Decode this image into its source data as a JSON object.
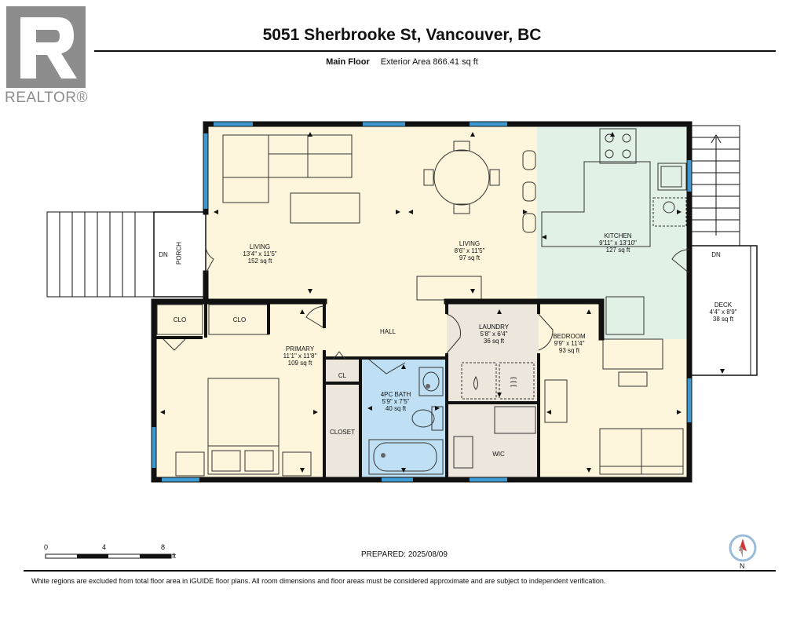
{
  "header": {
    "title": "5051 Sherbrooke St, Vancouver, BC",
    "floor_name": "Main Floor",
    "area_text": "Exterior Area 866.41 sq ft"
  },
  "logo": {
    "text": "REALTOR®"
  },
  "rooms": {
    "living_left": {
      "name": "LIVING",
      "dims": "13'4\" x 11'5\"",
      "area": "152 sq ft"
    },
    "living_mid": {
      "name": "LIVING",
      "dims": "8'6\" x 11'5\"",
      "area": "97 sq ft"
    },
    "kitchen": {
      "name": "KITCHEN",
      "dims": "9'11\" x 13'10\"",
      "area": "127 sq ft"
    },
    "porch": {
      "name": "PORCH",
      "dn": "DN"
    },
    "deck": {
      "name": "DECK",
      "dims": "4'4\" x 8'9\"",
      "area": "38 sq ft",
      "dn": "DN"
    },
    "primary": {
      "name": "PRIMARY",
      "dims": "11'1\" x 11'8\"",
      "area": "109 sq ft"
    },
    "hall": {
      "name": "HALL"
    },
    "laundry": {
      "name": "LAUNDRY",
      "dims": "5'8\" x 6'4\"",
      "area": "36 sq ft"
    },
    "bedroom": {
      "name": "BEDROOM",
      "dims": "9'9\" x 11'4\"",
      "area": "93 sq ft"
    },
    "bath": {
      "name": "4PC BATH",
      "dims": "5'9\" x 7'5\"",
      "area": "40 sq ft"
    },
    "closet": {
      "name": "CLOSET"
    },
    "cl": {
      "name": "CL"
    },
    "clo1": {
      "name": "CLO"
    },
    "clo2": {
      "name": "CLO"
    },
    "wic": {
      "name": "WIC"
    }
  },
  "scale": {
    "t0": "0",
    "t4": "4",
    "t8": "8",
    "unit": "ft"
  },
  "compass": {
    "label": "N"
  },
  "footer": {
    "prepared": "PREPARED: 2025/08/09",
    "disclaimer": "White regions are excluded from total floor area in iGUIDE floor plans. All room dimensions and floor areas must be considered approximate and are subject to independent verification."
  },
  "colors": {
    "living": "#fdf6dc",
    "kitchen": "#e2f1e6",
    "laundry": "#ede6dc",
    "bath": "#bfe0f4",
    "wall": "#111111",
    "window": "#3e97cf"
  }
}
